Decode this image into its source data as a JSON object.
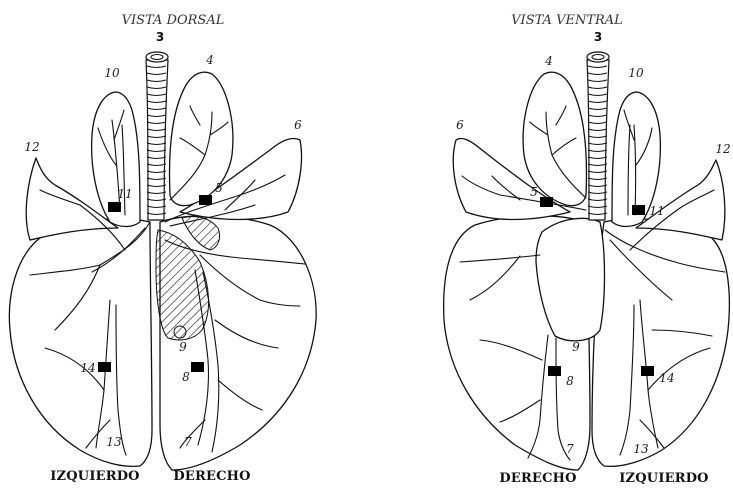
{
  "views": {
    "dorsal": {
      "title": "VISTA DORSAL",
      "left_label": "IZQUIERDO",
      "right_label": "DERECHO",
      "labels": {
        "n3": "3",
        "n4": "4",
        "n5": "5",
        "n6": "6",
        "n7": "7",
        "n8": "8",
        "n9": "9",
        "n10": "10",
        "n11": "11",
        "n12": "12",
        "n13": "13",
        "n14": "14"
      }
    },
    "ventral": {
      "title": "VISTA VENTRAL",
      "left_label": "DERECHO",
      "right_label": "IZQUIERDO",
      "labels": {
        "n3": "3",
        "n4": "4",
        "n5": "5",
        "n6": "6",
        "n7": "7",
        "n8": "8",
        "n9": "9",
        "n10": "10",
        "n11": "11",
        "n12": "12",
        "n13": "13",
        "n14": "14"
      }
    }
  },
  "colors": {
    "line": "#111111",
    "marker": "#000000",
    "background": "#ffffff"
  }
}
